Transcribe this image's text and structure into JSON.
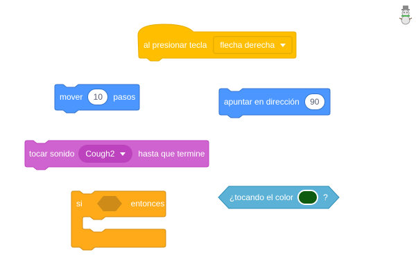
{
  "palette": {
    "events": "#ffbf00",
    "events_dark": "#e6ac00",
    "motion": "#4c97ff",
    "motion_dark": "#3373cc",
    "sound": "#cf63cf",
    "sound_dark": "#bd42bd",
    "control": "#ffab19",
    "control_dark": "#cf8b17",
    "sensing": "#5cb1d6",
    "sensing_dark": "#2e8eb8",
    "color_swatch": "#0f5b0f"
  },
  "stage_icon": {
    "icon": "snowman-icon"
  },
  "blocks": {
    "event_key": {
      "label": "al presionar tecla",
      "dropdown": "flecha derecha"
    },
    "move_steps": {
      "label": "mover",
      "value": "10",
      "suffix": "pasos"
    },
    "point_direction": {
      "label": "apuntar en dirección",
      "value": "90"
    },
    "play_sound": {
      "label": "tocar sonido",
      "dropdown": "Cough2",
      "suffix": "hasta que termine"
    },
    "if_then": {
      "label": "si",
      "suffix": "entonces"
    },
    "touching_color": {
      "label": "¿tocando el color",
      "suffix": "?"
    }
  }
}
